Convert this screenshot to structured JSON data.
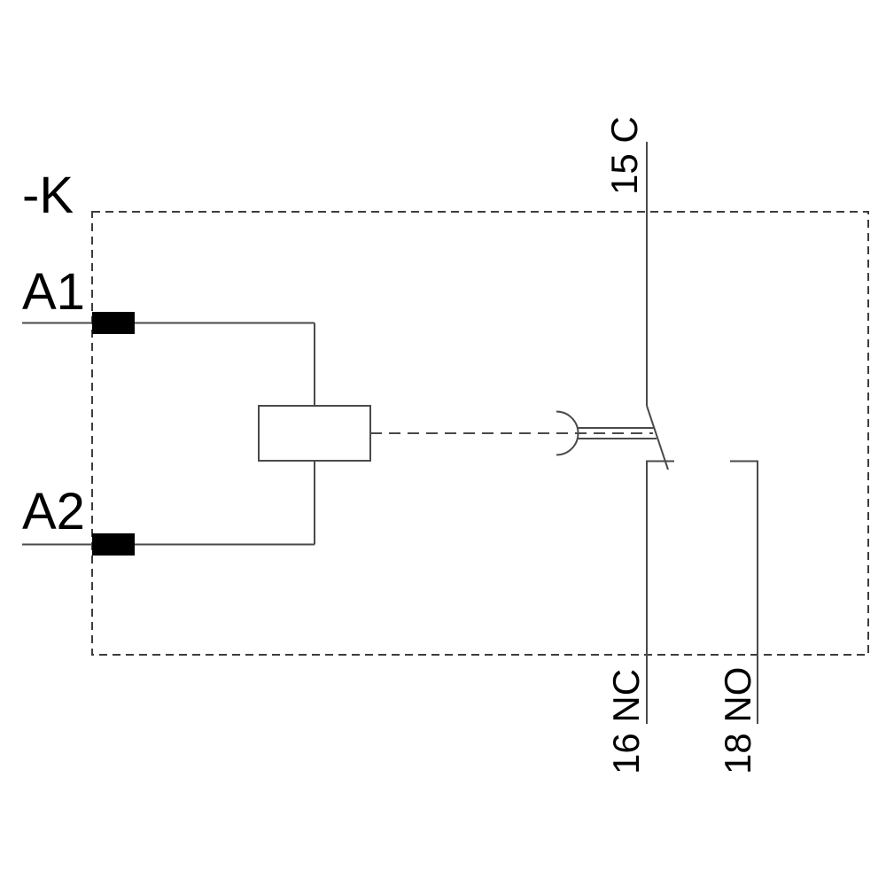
{
  "diagram": {
    "type": "relay-schematic",
    "component_label": "-K",
    "coil": {
      "a1_label": "A1",
      "a2_label": "A2"
    },
    "contact": {
      "common_label": "15 C",
      "nc_label": "16 NC",
      "no_label": "18 NO"
    }
  },
  "colors": {
    "background": "#ffffff",
    "wire": "#4a4a4a",
    "boundary": "#3d3d3d",
    "text": "#000000",
    "terminal_pad": "#000000"
  }
}
